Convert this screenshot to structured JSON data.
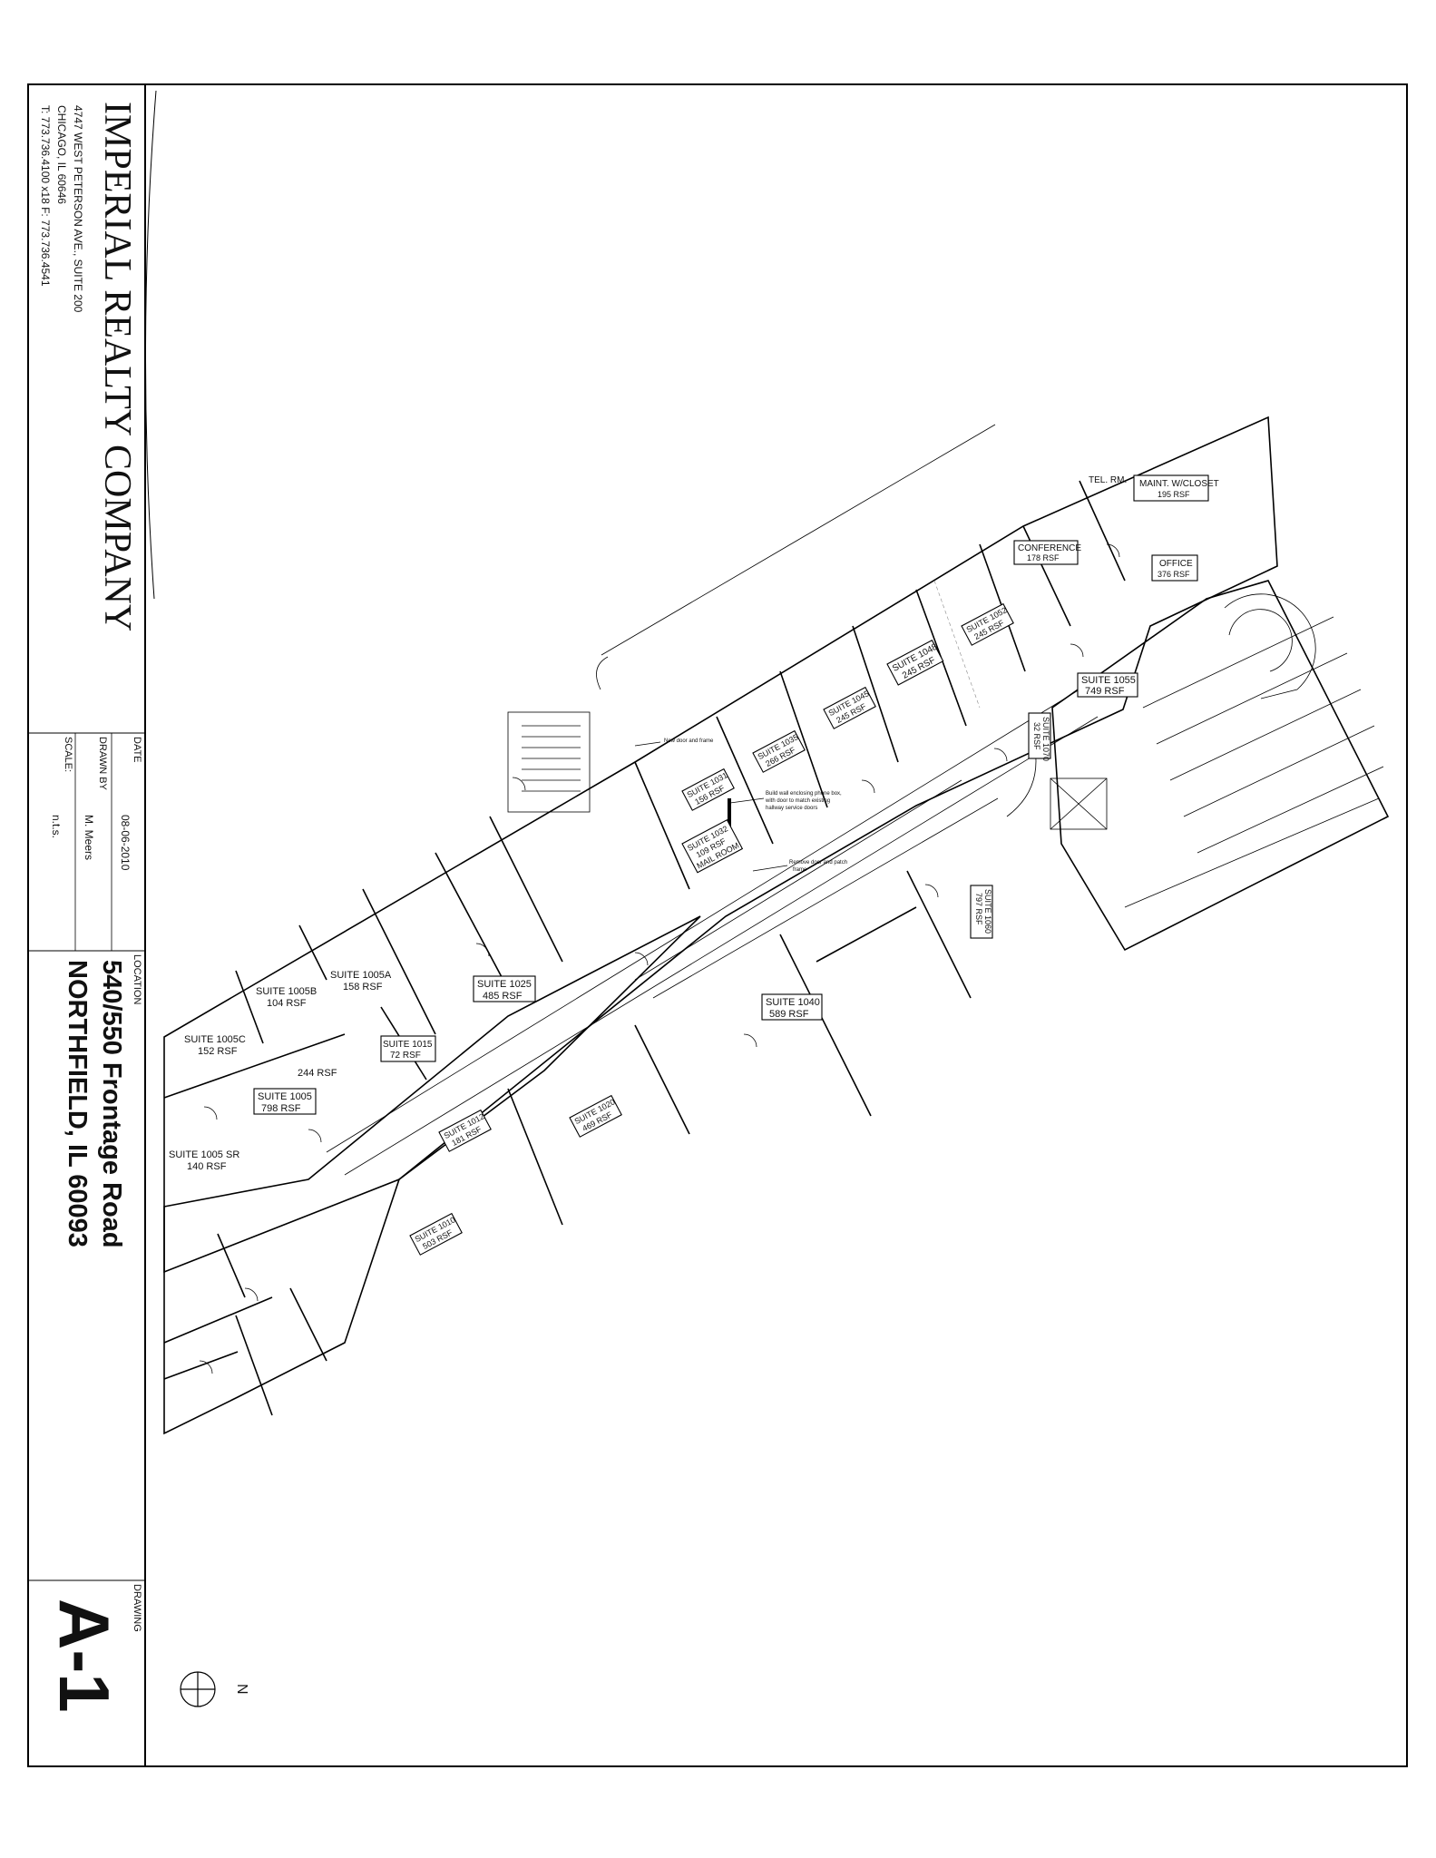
{
  "title_block": {
    "company": "IMPERIAL REALTY COMPANY",
    "address_line1": "4747 WEST PETERSON AVE., SUITE 200",
    "address_line2": "CHICAGO, IL 60646",
    "phone_line": "T: 773.736.4100 x18  F: 773.736.4541",
    "date_label": "DATE",
    "date_value": "08-06-2010",
    "drawn_by_label": "DRAWN BY",
    "drawn_by_value": "M. Meers",
    "scale_label": "SCALE:",
    "scale_value": "n.t.s.",
    "location_label": "LOCATION",
    "location_line1": "540/550 Frontage Road",
    "location_line2": "NORTHFIELD, IL 60093",
    "drawing_label": "DRAWING",
    "drawing_number": "A-1"
  },
  "north_arrow": {
    "letter": "N"
  },
  "labels": {
    "tel_rm": "TEL. RM.",
    "maint_name": "MAINT. W/CLOSET",
    "maint_rsf": "195 RSF",
    "conference_name": "CONFERENCE",
    "conference_rsf": "178 RSF",
    "office_name": "OFFICE",
    "office_rsf": "376 RSF",
    "s1005a_name": "SUITE 1005A",
    "s1005a_rsf": "158 RSF",
    "s1005b_name": "SUITE 1005B",
    "s1005b_rsf": "104 RSF",
    "s1005c_name": "SUITE 1005C",
    "s1005c_rsf": "152 RSF",
    "s1005_total": "244 RSF",
    "s1005_name": "SUITE 1005",
    "s1005_rsf": "798 RSF",
    "s1005sr_name": "SUITE 1005 SR",
    "s1005sr_rsf": "140 RSF",
    "s1025_name": "SUITE 1025",
    "s1025_rsf": "485 RSF",
    "s1015_name": "SUITE 1015",
    "s1015_rsf": "72 RSF",
    "s1040_name": "SUITE 1040",
    "s1040_rsf": "589 RSF",
    "s1055_name": "SUITE 1055",
    "s1055_rsf": "749 RSF",
    "s1060_name": "SUITE 1060",
    "s1060_rsf": "797 RSF",
    "s1070_name": "SUITE 1070",
    "s1070_rsf": "32 RSF",
    "s1031_name": "SUITE 1031",
    "s1031_rsf": "156 RSF",
    "s1032_name": "SUITE 1032",
    "s1032_rsf": "109 RSF",
    "mail_room": "MAIL ROOM",
    "s1035_name": "SUITE 1035",
    "s1035_rsf": "266 RSF",
    "s1045_name": "SUITE 1045",
    "s1045_rsf": "245 RSF",
    "s1048_name": "SUITE 1048",
    "s1048_rsf": "245 RSF",
    "s1052_name": "SUITE 1052",
    "s1052_rsf": "245 RSF",
    "s1012_name": "SUITE 1012",
    "s1012_rsf": "181 RSF",
    "s1020_name": "SUITE 1020",
    "s1020_rsf": "469 RSF",
    "s1010_name": "SUITE 1010",
    "s1010_rsf": "503 RSF",
    "note_new_door": "New door and frame",
    "note_build_wall_1": "Build wall enclosing phone box,",
    "note_build_wall_2": "with door to match existing",
    "note_build_wall_3": "hallway service doors",
    "note_remove_door_1": "Remove door and patch",
    "note_remove_door_2": "frame"
  }
}
